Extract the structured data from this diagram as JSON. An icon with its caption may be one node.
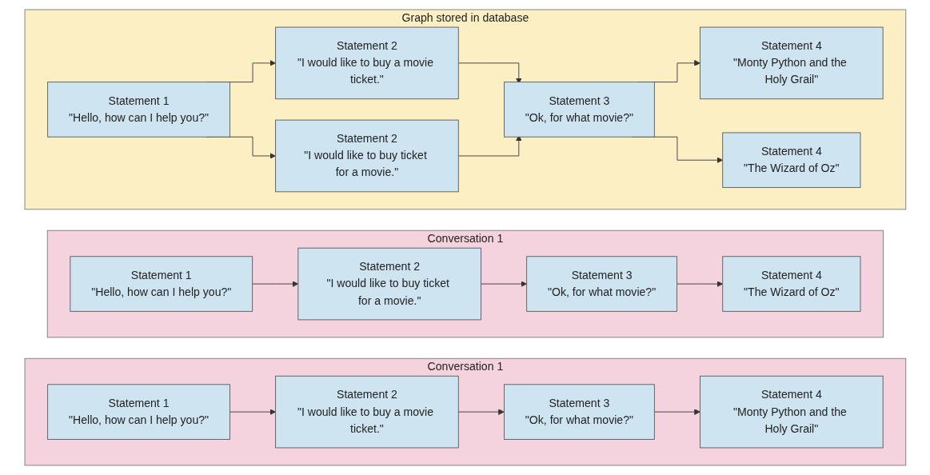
{
  "diagram": {
    "nodes": [
      {
        "text": [
          "Conversation 1"
        ]
      },
      {
        "text": [
          "Statement 1",
          "\"Hello, how can I help you?\""
        ],
        "in": 0
      },
      {
        "text": [
          "Statement 2",
          "\"I would like to buy a movie ticket.\""
        ],
        "in": 0
      },
      {
        "text": [
          "Statement 3",
          "\"Ok, for what movie?\""
        ],
        "in": 0
      },
      {
        "text": [
          "Statement 4",
          "\"Monty Python and the Holy Grail\""
        ],
        "in": 0
      },
      {
        "text": [
          "Conversation 1"
        ]
      },
      {
        "text": [
          "Statement 1",
          "\"Hello, how can I help you?\""
        ],
        "in": 5
      },
      {
        "text": [
          "Statement 2",
          "\"I would like to buy ticket for a movie.\""
        ],
        "in": 5
      },
      {
        "text": [
          "Statement 3",
          "\"Ok, for what movie?\""
        ],
        "in": 5
      },
      {
        "text": [
          "Statement 4",
          "\"The Wizard of Oz\""
        ],
        "in": 5
      },
      {
        "text": [
          "Graph stored in database"
        ]
      },
      {
        "text": [
          "Statement 1",
          "\"Hello, how can I help you?\""
        ],
        "in": 10
      },
      {
        "text": [
          "Statement 2",
          "\"I would like to buy a movie ticket.\""
        ],
        "in": 10
      },
      {
        "text": [
          "Statement 2",
          "\"I would like to buy ticket for a movie.\""
        ],
        "in": 10
      },
      {
        "text": [
          "Statement 3",
          "\"Ok, for what movie?\""
        ],
        "in": 10
      },
      {
        "text": [
          "Statement 4",
          "\"Monty Python and the Holy Grail\""
        ],
        "in": 10
      },
      {
        "text": [
          "Statement 4",
          "\"The Wizard of Oz\""
        ],
        "in": 10
      }
    ],
    "edges": [
      {
        "from": 1,
        "to": 2,
        "arrow": "to"
      },
      {
        "from": 2,
        "to": 3,
        "arrow": "to"
      },
      {
        "from": 3,
        "to": 4,
        "arrow": "to"
      },
      {
        "from": 6,
        "to": 7,
        "arrow": "to"
      },
      {
        "from": 7,
        "to": 8,
        "arrow": "to"
      },
      {
        "from": 8,
        "to": 9,
        "arrow": "to"
      },
      {
        "from": 11,
        "to": 12,
        "arrow": "to"
      },
      {
        "from": 11,
        "to": 13,
        "arrow": "to"
      },
      {
        "from": 12,
        "to": 14,
        "arrow": "to"
      },
      {
        "from": 13,
        "to": 14,
        "arrow": "to"
      },
      {
        "from": 14,
        "to": 15,
        "arrow": "to"
      },
      {
        "from": 14,
        "to": 16,
        "arrow": "to"
      }
    ]
  }
}
